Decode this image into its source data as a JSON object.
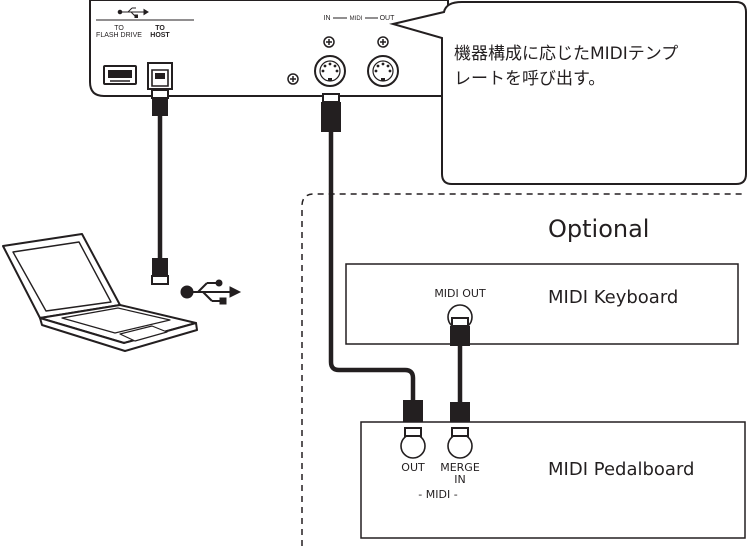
{
  "callout": {
    "line1": "機器構成に応じたMIDIテンプ",
    "line2": "レートを呼び出す。"
  },
  "host_panel": {
    "flash_top": "TO",
    "flash_bottom": "FLASH DRIVE",
    "host_top": "TO",
    "host_bottom": "HOST",
    "midi_in": "IN",
    "midi_label": "MIDI",
    "midi_out": "OUT"
  },
  "optional_label": "Optional",
  "keyboard": {
    "name": "MIDI Keyboard",
    "port": "MIDI OUT"
  },
  "pedalboard": {
    "name": "MIDI Pedalboard",
    "port_out": "OUT",
    "port_merge_1": "MERGE",
    "port_merge_2": "IN",
    "group_label": "- MIDI -"
  },
  "icons": [
    "usb-icon",
    "laptop-icon",
    "midi-port-icon",
    "screw-icon",
    "usb-b-port-icon",
    "usb-a-port-icon"
  ]
}
